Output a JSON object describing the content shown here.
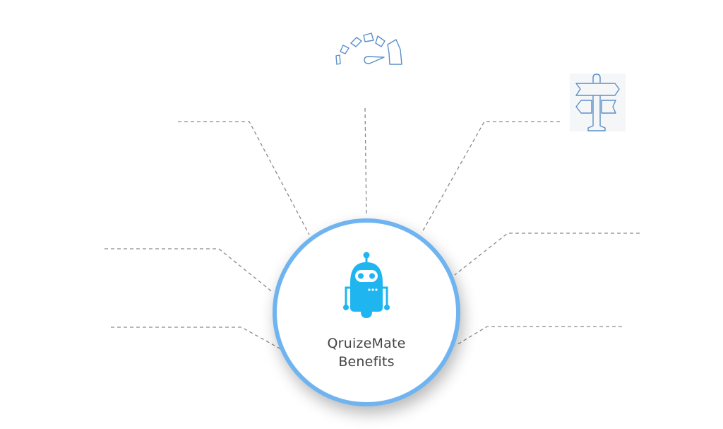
{
  "hub": {
    "title_line1": "QruizeMate",
    "title_line2": "Benefits",
    "icon": "robot-icon",
    "border_color": "#6fb4f0",
    "icon_color": "#1fb5f0"
  },
  "branch_icons": [
    {
      "name": "speedometer-icon",
      "color": "#5b8fc9"
    },
    {
      "name": "signpost-icon",
      "color": "#5b8fc9"
    }
  ],
  "connector_color": "#8a8a8a",
  "branch_count": 7
}
